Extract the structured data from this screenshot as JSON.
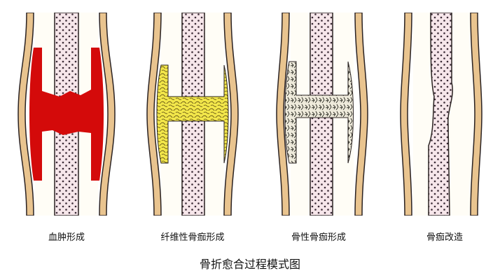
{
  "title": "骨折愈合过程模式图",
  "stages": [
    {
      "label": "血肿形成",
      "fill_color": "#d40a0a"
    },
    {
      "label": "纤维性骨痂形成",
      "fill_color": "#f2e64a"
    },
    {
      "label": "骨性骨痂形成",
      "fill_color": "#e8e4c8"
    },
    {
      "label": "骨痂改造",
      "fill_color": "none"
    }
  ],
  "colors": {
    "cortex": "#e9c48f",
    "marrow": "#f6e6ea",
    "marrow_dots": "#3a2a35",
    "outline": "#2a2222",
    "background": "#fffdf6"
  }
}
